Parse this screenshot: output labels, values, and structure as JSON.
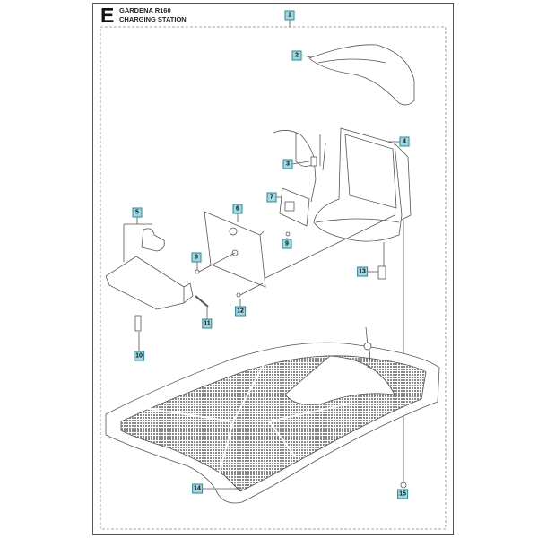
{
  "header": {
    "section_letter": "E",
    "model": "GARDENA R160",
    "assembly": "CHARGING STATION"
  },
  "callouts": [
    "1",
    "2",
    "3",
    "4",
    "5",
    "6",
    "7",
    "8",
    "9",
    "10",
    "11",
    "12",
    "13",
    "14",
    "15"
  ],
  "colors": {
    "callout_fill": "#9fd8e0",
    "callout_border": "#2a8a9a",
    "line": "#555555"
  }
}
